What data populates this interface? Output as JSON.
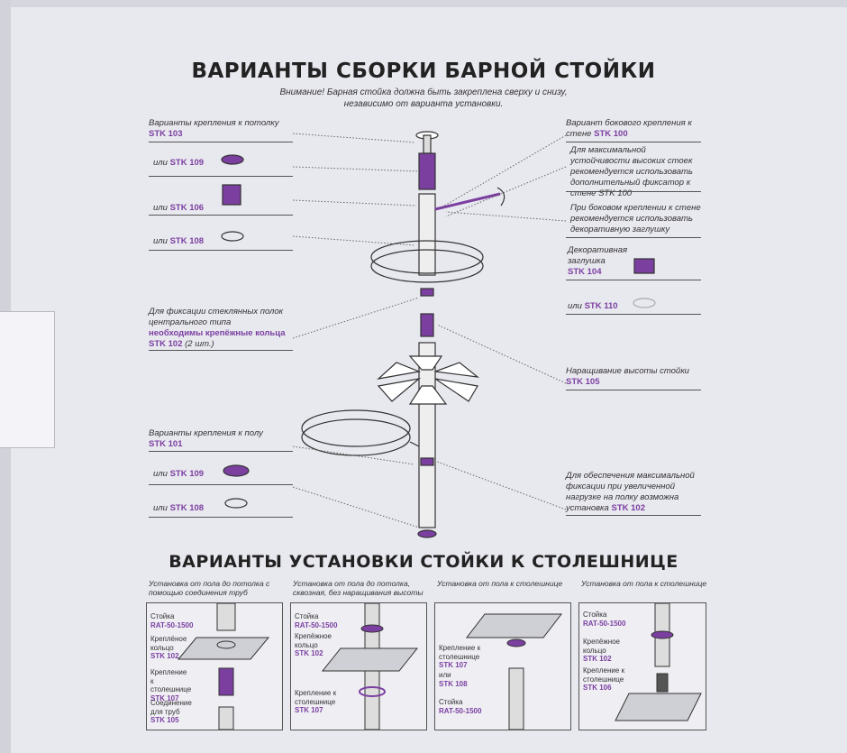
{
  "titles": {
    "main": "ВАРИАНТЫ СБОРКИ БАРНОЙ СТОЙКИ",
    "install": "ВАРИАНТЫ УСТАНОВКИ СТОЙКИ К СТОЛЕШНИЦЕ"
  },
  "notice": "Внимание! Барная стойка должна быть закреплена сверху и снизу, независимо от варианта установки.",
  "left": {
    "ceiling_label": "Варианты крепления к потолку",
    "ceiling_code": "STK 103",
    "or_109a": "или",
    "code_109a": "STK 109",
    "or_106": "или",
    "code_106": "STK 106",
    "or_108a": "или",
    "code_108a": "STK 108",
    "glass_text": "Для фиксации стеклянных полок центрального типа",
    "glass_code": "необходимы крепёжные кольца",
    "glass_code2": "STK 102",
    "glass_qty": "(2 шт.)",
    "floor_label": "Варианты крепления к полу",
    "floor_code": "STK 101",
    "or_109b": "или",
    "code_109b": "STK 109",
    "or_108b": "или",
    "code_108b": "STK 108"
  },
  "right": {
    "side_label": "Вариант бокового крепления к стене",
    "side_code": "STK 100",
    "side_note": "Для максимальной устойчивости высоких стоек рекомендуется использовать дополнительный фиксатор к стене STK 100",
    "side_note2": "При боковом креплении к стене рекомендуется использовать декоративную заглушку",
    "cap_label": "Декоративная заглушка",
    "cap_code": "STK 104",
    "or_110": "или",
    "code_110": "STK 110",
    "ext_label": "Наращивание высоты стойки",
    "ext_code": "STK 105",
    "load_text": "Для обеспечения максимальной фиксации при увеличенной нагрузке на полку возможна установка",
    "load_code": "STK 102"
  },
  "install": [
    {
      "head": "Установка от пола до потолка с помощью соединения труб",
      "l1": "Стойка",
      "c1": "RAT-50-1500",
      "l2": "Кре­плёное кольцо",
      "c2": "STK 102",
      "l3": "Крепление к столешнице",
      "c3": "STK 107",
      "l4": "Соединение для труб",
      "c4": "STK 105"
    },
    {
      "head": "Установка от пола до потолка, сквозная, без наращивания высоты",
      "l1": "Стойка",
      "c1": "RAT-50-1500",
      "l2": "Крепёжное кольцо",
      "c2": "STK 102",
      "l3": "Крепление к столешнице",
      "c3": "STK 107"
    },
    {
      "head": "Установка от пола к столешнице",
      "l1": "Крепление к столешнице",
      "c1": "STK 107",
      "l2": "или",
      "c2": "STK 108",
      "l3": "Стойка",
      "c3": "RAT-50-1500"
    },
    {
      "head": "Установка от пола к столешнице",
      "l1": "Стойка",
      "c1": "RAT-50-1500",
      "l2": "Крепёжное кольцо",
      "c2": "STK 102",
      "l3": "Крепление к столешнице",
      "c3": "STK 106"
    }
  ],
  "colors": {
    "accent": "#7b3fa0",
    "line": "#555555",
    "bg": "#e8e8ef"
  }
}
